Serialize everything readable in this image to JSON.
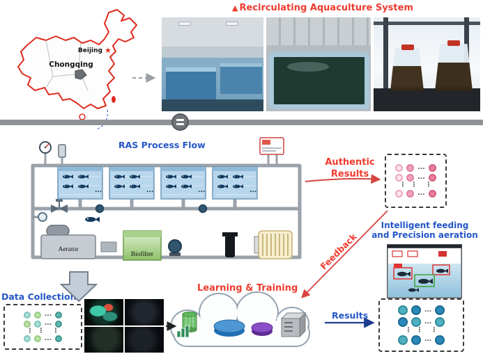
{
  "header": {
    "marker": "▲",
    "title": "Recirculating Aquaculture System"
  },
  "map": {
    "beijing": "Beijing",
    "chongqing": "Chongqing"
  },
  "flow": {
    "title": "RAS Process Flow",
    "aerator": "Aerator",
    "biofilter": "Biofilter"
  },
  "annotations": {
    "authentic_1": "Authentic",
    "authentic_2": "Results",
    "feedback": "Feedback",
    "intelligent_1": "Intelligent feeding",
    "intelligent_2": "and Precision aeration",
    "data_collection": "Data Collection",
    "learning": "Learning & Training",
    "results": "Results"
  },
  "glyphs": {
    "h": "...",
    "v": "⋮"
  },
  "colors": {
    "title_red": "#ef3b2d",
    "label_blue": "#2456c8",
    "map_border_red": "#e02b1f",
    "pipe_gray": "#99a2aa",
    "tank_blue": "#b8d6ec",
    "biofilter_green": "#8fc26a",
    "node_pink": "#f2a0bd",
    "node_rose": "#ea7f9b",
    "node_teal": "#5fb7b0",
    "node_green": "#bfe3ab",
    "node_blue": "#2a89b8",
    "arrow_red": "#d64541",
    "arrow_navy": "#1c3d8f"
  }
}
